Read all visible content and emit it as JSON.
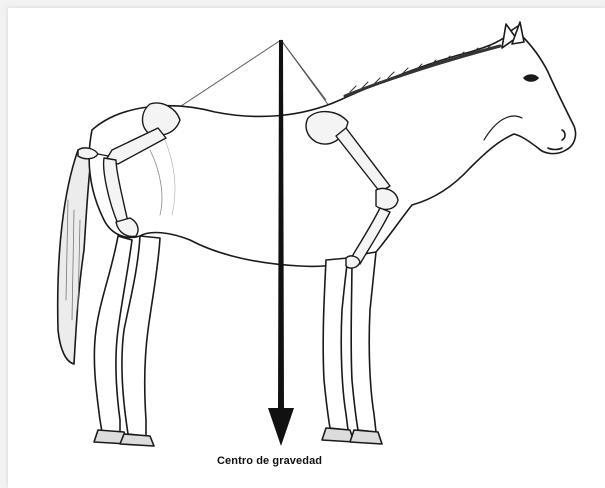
{
  "diagram": {
    "caption": "Centro de gravedad",
    "colors": {
      "background": "#ffffff",
      "outline": "#1a1a1a",
      "bone_fill": "#f4f4f4",
      "arrow": "#111111",
      "guide_line": "#555555"
    },
    "icons": [
      "horse-illustration",
      "skeleton-hind-limb",
      "skeleton-fore-limb",
      "gravity-arrow"
    ]
  }
}
